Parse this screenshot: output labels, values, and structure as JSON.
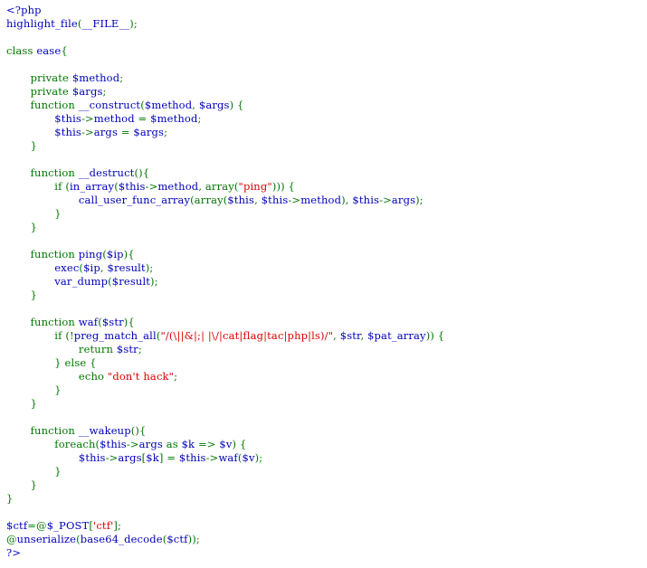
{
  "colors": {
    "php": "#0000BB",
    "keyword": "#007700",
    "string": "#DD0000",
    "background": "#FFFFFF"
  },
  "source_lines": [
    [
      [
        "php",
        "<?php"
      ]
    ],
    [
      [
        "php",
        "highlight_file"
      ],
      [
        "keyword",
        "("
      ],
      [
        "php",
        "__FILE__"
      ],
      [
        "keyword",
        ");"
      ]
    ],
    [],
    [
      [
        "keyword",
        "class "
      ],
      [
        "php",
        "ease"
      ],
      [
        "keyword",
        "{"
      ]
    ],
    [],
    [
      [
        "php",
        "       "
      ],
      [
        "keyword",
        "private "
      ],
      [
        "php",
        "$method"
      ],
      [
        "keyword",
        ";"
      ]
    ],
    [
      [
        "php",
        "       "
      ],
      [
        "keyword",
        "private "
      ],
      [
        "php",
        "$args"
      ],
      [
        "keyword",
        ";"
      ]
    ],
    [
      [
        "php",
        "       "
      ],
      [
        "keyword",
        "function "
      ],
      [
        "php",
        "__construct"
      ],
      [
        "keyword",
        "("
      ],
      [
        "php",
        "$method"
      ],
      [
        "keyword",
        ", "
      ],
      [
        "php",
        "$args"
      ],
      [
        "keyword",
        ") {"
      ]
    ],
    [
      [
        "php",
        "              $this"
      ],
      [
        "keyword",
        "->"
      ],
      [
        "php",
        "method "
      ],
      [
        "keyword",
        "= "
      ],
      [
        "php",
        "$method"
      ],
      [
        "keyword",
        ";"
      ]
    ],
    [
      [
        "php",
        "              $this"
      ],
      [
        "keyword",
        "->"
      ],
      [
        "php",
        "args "
      ],
      [
        "keyword",
        "= "
      ],
      [
        "php",
        "$args"
      ],
      [
        "keyword",
        ";"
      ]
    ],
    [
      [
        "php",
        "       "
      ],
      [
        "keyword",
        "}"
      ]
    ],
    [],
    [
      [
        "php",
        "       "
      ],
      [
        "keyword",
        "function "
      ],
      [
        "php",
        "__destruct"
      ],
      [
        "keyword",
        "(){"
      ]
    ],
    [
      [
        "php",
        "              "
      ],
      [
        "keyword",
        "if ("
      ],
      [
        "php",
        "in_array"
      ],
      [
        "keyword",
        "("
      ],
      [
        "php",
        "$this"
      ],
      [
        "keyword",
        "->"
      ],
      [
        "php",
        "method"
      ],
      [
        "keyword",
        ", array("
      ],
      [
        "string",
        "\"ping\""
      ],
      [
        "keyword",
        "))) {"
      ]
    ],
    [
      [
        "php",
        "                     call_user_func_array"
      ],
      [
        "keyword",
        "(array("
      ],
      [
        "php",
        "$this"
      ],
      [
        "keyword",
        ", "
      ],
      [
        "php",
        "$this"
      ],
      [
        "keyword",
        "->"
      ],
      [
        "php",
        "method"
      ],
      [
        "keyword",
        "), "
      ],
      [
        "php",
        "$this"
      ],
      [
        "keyword",
        "->"
      ],
      [
        "php",
        "args"
      ],
      [
        "keyword",
        ");"
      ]
    ],
    [
      [
        "php",
        "              "
      ],
      [
        "keyword",
        "}"
      ]
    ],
    [
      [
        "php",
        "       "
      ],
      [
        "keyword",
        "}"
      ]
    ],
    [],
    [
      [
        "php",
        "       "
      ],
      [
        "keyword",
        "function "
      ],
      [
        "php",
        "ping"
      ],
      [
        "keyword",
        "("
      ],
      [
        "php",
        "$ip"
      ],
      [
        "keyword",
        "){"
      ]
    ],
    [
      [
        "php",
        "              exec"
      ],
      [
        "keyword",
        "("
      ],
      [
        "php",
        "$ip"
      ],
      [
        "keyword",
        ", "
      ],
      [
        "php",
        "$result"
      ],
      [
        "keyword",
        ");"
      ]
    ],
    [
      [
        "php",
        "              var_dump"
      ],
      [
        "keyword",
        "("
      ],
      [
        "php",
        "$result"
      ],
      [
        "keyword",
        ");"
      ]
    ],
    [
      [
        "php",
        "       "
      ],
      [
        "keyword",
        "}"
      ]
    ],
    [],
    [
      [
        "php",
        "       "
      ],
      [
        "keyword",
        "function "
      ],
      [
        "php",
        "waf"
      ],
      [
        "keyword",
        "("
      ],
      [
        "php",
        "$str"
      ],
      [
        "keyword",
        "){"
      ]
    ],
    [
      [
        "php",
        "              "
      ],
      [
        "keyword",
        "if (!"
      ],
      [
        "php",
        "preg_match_all"
      ],
      [
        "keyword",
        "("
      ],
      [
        "string",
        "\"/(\\||&|;| |\\/|cat|flag|tac|php|ls)/\""
      ],
      [
        "keyword",
        ", "
      ],
      [
        "php",
        "$str"
      ],
      [
        "keyword",
        ", "
      ],
      [
        "php",
        "$pat_array"
      ],
      [
        "keyword",
        ")) {"
      ]
    ],
    [
      [
        "php",
        "                     "
      ],
      [
        "keyword",
        "return "
      ],
      [
        "php",
        "$str"
      ],
      [
        "keyword",
        ";"
      ]
    ],
    [
      [
        "php",
        "              "
      ],
      [
        "keyword",
        "} else {"
      ]
    ],
    [
      [
        "php",
        "                     "
      ],
      [
        "keyword",
        "echo "
      ],
      [
        "string",
        "\"don't hack\""
      ],
      [
        "keyword",
        ";"
      ]
    ],
    [
      [
        "php",
        "              "
      ],
      [
        "keyword",
        "}"
      ]
    ],
    [
      [
        "php",
        "       "
      ],
      [
        "keyword",
        "}"
      ]
    ],
    [],
    [
      [
        "php",
        "       "
      ],
      [
        "keyword",
        "function "
      ],
      [
        "php",
        "__wakeup"
      ],
      [
        "keyword",
        "(){"
      ]
    ],
    [
      [
        "php",
        "              "
      ],
      [
        "keyword",
        "foreach("
      ],
      [
        "php",
        "$this"
      ],
      [
        "keyword",
        "->"
      ],
      [
        "php",
        "args "
      ],
      [
        "keyword",
        "as "
      ],
      [
        "php",
        "$k "
      ],
      [
        "keyword",
        "=> "
      ],
      [
        "php",
        "$v"
      ],
      [
        "keyword",
        ") {"
      ]
    ],
    [
      [
        "php",
        "                     $this"
      ],
      [
        "keyword",
        "->"
      ],
      [
        "php",
        "args"
      ],
      [
        "keyword",
        "["
      ],
      [
        "php",
        "$k"
      ],
      [
        "keyword",
        "] = "
      ],
      [
        "php",
        "$this"
      ],
      [
        "keyword",
        "->"
      ],
      [
        "php",
        "waf"
      ],
      [
        "keyword",
        "("
      ],
      [
        "php",
        "$v"
      ],
      [
        "keyword",
        ");"
      ]
    ],
    [
      [
        "php",
        "              "
      ],
      [
        "keyword",
        "}"
      ]
    ],
    [
      [
        "php",
        "       "
      ],
      [
        "keyword",
        "}"
      ]
    ],
    [
      [
        "keyword",
        "}"
      ]
    ],
    [],
    [
      [
        "php",
        "$ctf"
      ],
      [
        "keyword",
        "=@"
      ],
      [
        "php",
        "$_POST"
      ],
      [
        "keyword",
        "["
      ],
      [
        "string",
        "'ctf'"
      ],
      [
        "keyword",
        "];"
      ]
    ],
    [
      [
        "keyword",
        "@"
      ],
      [
        "php",
        "unserialize"
      ],
      [
        "keyword",
        "("
      ],
      [
        "php",
        "base64_decode"
      ],
      [
        "keyword",
        "("
      ],
      [
        "php",
        "$ctf"
      ],
      [
        "keyword",
        "));"
      ]
    ],
    [
      [
        "php",
        "?>"
      ]
    ]
  ]
}
